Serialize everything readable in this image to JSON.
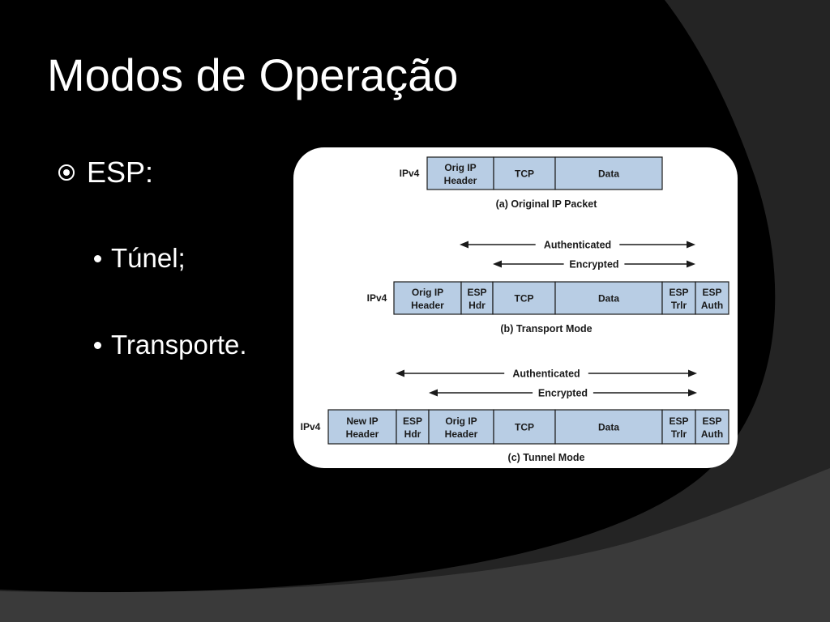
{
  "slide": {
    "title": "Modos de Operação",
    "bullets": {
      "level1": "ESP:",
      "level2": [
        "Túnel;",
        "Transporte."
      ]
    }
  },
  "diagram": {
    "original": {
      "ip_label": "IPv4",
      "cells": [
        [
          "Orig IP",
          "Header"
        ],
        [
          "TCP"
        ],
        [
          "Data"
        ]
      ],
      "caption": "(a) Original IP Packet"
    },
    "transport": {
      "ip_label": "IPv4",
      "cells": [
        [
          "Orig IP",
          "Header"
        ],
        [
          "ESP",
          "Hdr"
        ],
        [
          "TCP"
        ],
        [
          "Data"
        ],
        [
          "ESP",
          "Trlr"
        ],
        [
          "ESP",
          "Auth"
        ]
      ],
      "caption": "(b) Transport Mode",
      "authenticated": "Authenticated",
      "encrypted": "Encrypted"
    },
    "tunnel": {
      "ip_label": "IPv4",
      "cells": [
        [
          "New IP",
          "Header"
        ],
        [
          "ESP",
          "Hdr"
        ],
        [
          "Orig IP",
          "Header"
        ],
        [
          "TCP"
        ],
        [
          "Data"
        ],
        [
          "ESP",
          "Trlr"
        ],
        [
          "ESP",
          "Auth"
        ]
      ],
      "caption": "(c) Tunnel Mode",
      "authenticated": "Authenticated",
      "encrypted": "Encrypted"
    }
  },
  "colors": {
    "background": "#000000",
    "swoosh_dark": "#242424",
    "swoosh_light": "#3a3a3a",
    "cell_fill": "#b8cde4",
    "text": "#ffffff"
  }
}
